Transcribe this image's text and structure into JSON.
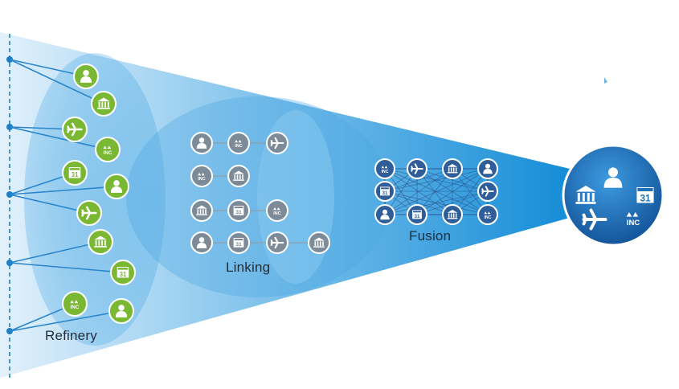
{
  "stages": {
    "refinery": {
      "label": "Refinery"
    },
    "linking": {
      "label": "Linking"
    },
    "fusion": {
      "label": "Fusion"
    }
  },
  "icon_text": {
    "inc": "INC",
    "calendar_day": "31"
  },
  "refinery_icons": [
    "person-icon",
    "bank-icon",
    "plane-icon",
    "inc-icon",
    "calendar-icon",
    "person-icon",
    "plane-icon",
    "bank-icon",
    "calendar-icon",
    "inc-icon",
    "person-icon"
  ],
  "linking_chains": [
    [
      "person-icon",
      "inc-icon",
      "plane-icon"
    ],
    [
      "inc-icon",
      "bank-icon"
    ],
    [
      "bank-icon",
      "calendar-icon",
      "inc-icon"
    ],
    [
      "person-icon",
      "calendar-icon",
      "plane-icon",
      "bank-icon"
    ]
  ],
  "fusion_grid": [
    [
      "inc-icon",
      "plane-icon",
      "bank-icon",
      "person-icon"
    ],
    [
      "calendar-icon",
      "",
      "",
      "plane-icon"
    ],
    [
      "person-icon",
      "calendar-icon",
      "bank-icon",
      "inc-icon"
    ]
  ],
  "result_icons": [
    "person-icon",
    "bank-icon",
    "calendar-icon",
    "plane-icon",
    "inc-icon"
  ],
  "colors": {
    "refinery_icon": "#7ab833",
    "linking_icon": "#7c8b97",
    "fusion_icon": "#2f5d9a",
    "funnel_light": "#d6ebf8",
    "funnel_dark": "#1a90d6",
    "result_circle": "#1d6fb8"
  }
}
